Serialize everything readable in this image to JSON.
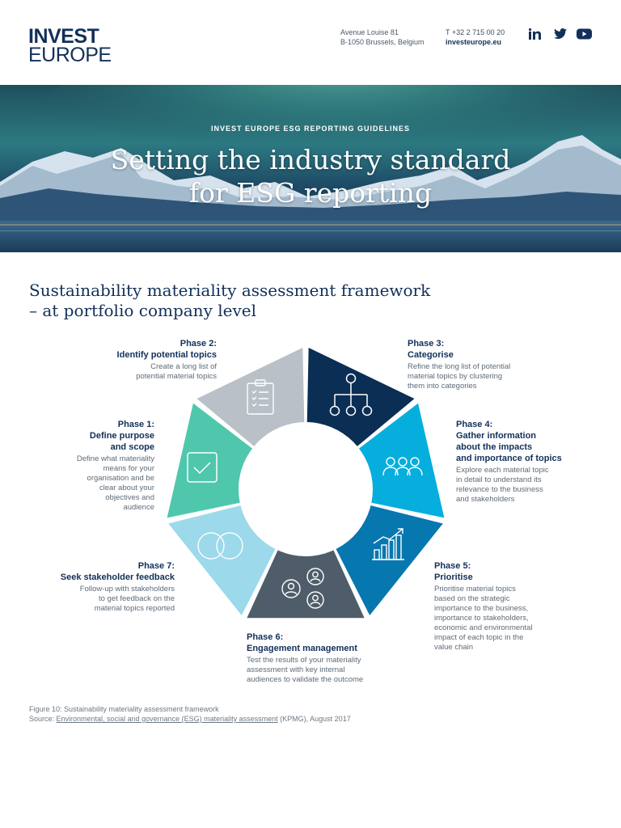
{
  "header": {
    "logo_line1": "INVEST",
    "logo_line2": "EUROPE",
    "address_line1": "Avenue Louise 81",
    "address_line2": "B-1050 Brussels, Belgium",
    "phone": "T +32 2 715 00 20",
    "website": "investeurope.eu",
    "social_icons": [
      "linkedin-icon",
      "twitter-icon",
      "youtube-icon"
    ]
  },
  "hero": {
    "kicker": "INVEST EUROPE ESG REPORTING GUIDELINES",
    "title_line1": "Setting the industry standard",
    "title_line2": "for ESG reporting"
  },
  "section": {
    "title_line1": "Sustainability materiality assessment framework",
    "title_line2": "– at portfolio company level"
  },
  "phases": [
    {
      "id": "phase1",
      "label": "Phase 1:",
      "title_lines": [
        "Define purpose",
        "and scope"
      ],
      "desc_lines": [
        "Define what materiality",
        "means for your",
        "organisation and be",
        "clear about your",
        "objectives and",
        "audience"
      ],
      "color": "#4fc7ad",
      "icon": "checkbox-icon"
    },
    {
      "id": "phase2",
      "label": "Phase 2:",
      "title_lines": [
        "Identify potential topics"
      ],
      "desc_lines": [
        "Create a long list of",
        "potential material topics"
      ],
      "color": "#b9c0c7",
      "icon": "clipboard-list-icon"
    },
    {
      "id": "phase3",
      "label": "Phase 3:",
      "title_lines": [
        "Categorise"
      ],
      "desc_lines": [
        "Refine the long list of potential",
        "material topics by clustering",
        "them into categories"
      ],
      "color": "#0b2e55",
      "icon": "hierarchy-icon"
    },
    {
      "id": "phase4",
      "label": "Phase 4:",
      "title_lines": [
        "Gather information",
        "about the impacts",
        "and importance of topics"
      ],
      "desc_lines": [
        "Explore each material topic",
        "in detail to understand its",
        "relevance to the business",
        "and stakeholders"
      ],
      "color": "#06aede",
      "icon": "people-group-icon"
    },
    {
      "id": "phase5",
      "label": "Phase 5:",
      "title_lines": [
        "Prioritise"
      ],
      "desc_lines": [
        "Prioritise material topics",
        "based on the strategic",
        "importance to the business,",
        "importance to stakeholders,",
        "economic and environmental",
        "impact of each topic in the",
        "value chain"
      ],
      "color": "#0777b0",
      "icon": "growth-chart-icon"
    },
    {
      "id": "phase6",
      "label": "Phase 6:",
      "title_lines": [
        "Engagement management"
      ],
      "desc_lines": [
        "Test the results of your materiality",
        "assessment with key internal",
        "audiences to validate the outcome"
      ],
      "color": "#4e5d69",
      "icon": "users-network-icon"
    },
    {
      "id": "phase7",
      "label": "Phase 7:",
      "title_lines": [
        "Seek stakeholder feedback"
      ],
      "desc_lines": [
        "Follow-up with stakeholders",
        "to get feedback on the",
        "material topics reported"
      ],
      "color": "#9cd9ea",
      "icon": "chat-bubbles-icon"
    }
  ],
  "caption": {
    "figure": "Figure 10: Sustainability materiality assessment framework",
    "source_prefix": "Source: ",
    "source_link": "Environmental, social and governance (ESG) materiality assessment",
    "source_suffix": " (KPMG), August 2017"
  }
}
